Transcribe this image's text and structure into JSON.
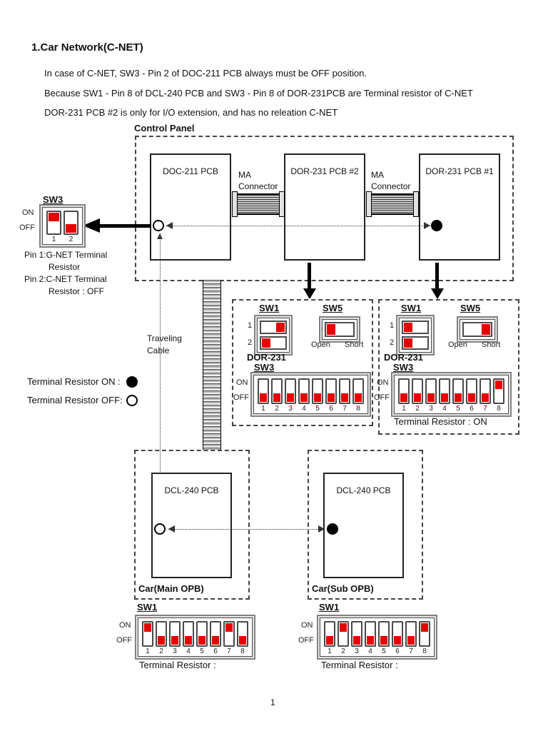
{
  "colors": {
    "switch_red": "#e60000"
  },
  "header": {
    "title": "1.Car Network(C-NET)",
    "line1": "In case of C-NET, SW3 - Pin 2 of DOC-211 PCB always must be OFF position.",
    "line2": "Because SW1 - Pin 8 of DCL-240 PCB and SW3 - Pin 8 of DOR-231PCB are Terminal resistor of C-NET",
    "line3": "DOR-231 PCB #2 is only for I/O extension, and has no releation C-NET"
  },
  "control_panel": {
    "label": "Control Panel",
    "boards": {
      "doc211": "DOC-211 PCB",
      "dor231_2": "DOR-231 PCB #2",
      "dor231_1": "DOR-231 PCB #1"
    },
    "ma_connector": {
      "line1": "MA",
      "line2": "Connector"
    }
  },
  "sw3_doc": {
    "label": "SW3",
    "on": "ON",
    "off": "OFF",
    "pins": [
      "1",
      "2"
    ],
    "states": [
      "on",
      "off"
    ],
    "note1": "Pin 1:G-NET Terminal",
    "note2": "Resistor",
    "note3": "Pin 2:C-NET Terminal",
    "note4": "Resistor : OFF"
  },
  "legend": {
    "on_label": "Terminal Resistor ON :",
    "off_label": "Terminal Resistor OFF:"
  },
  "traveling": {
    "line1": "Traveling",
    "line2": "Cable"
  },
  "dor_boxes": [
    {
      "sw1": {
        "label": "SW1",
        "rows": [
          {
            "num": "1",
            "pos": "right"
          },
          {
            "num": "2",
            "pos": "left"
          }
        ]
      },
      "sw5": {
        "label": "SW5",
        "rows": [
          {
            "pos": "left"
          }
        ],
        "open": "Open",
        "short": "Short"
      },
      "name": "DOR-231",
      "sw3": {
        "label": "SW3",
        "on": "ON",
        "off": "OFF",
        "pins": [
          "1",
          "2",
          "3",
          "4",
          "5",
          "6",
          "7",
          "8"
        ],
        "states": [
          "off",
          "off",
          "off",
          "off",
          "off",
          "off",
          "off",
          "off"
        ]
      },
      "footer": ""
    },
    {
      "sw1": {
        "label": "SW1",
        "rows": [
          {
            "num": "1",
            "pos": "left"
          },
          {
            "num": "2",
            "pos": "left"
          }
        ]
      },
      "sw5": {
        "label": "SW5",
        "rows": [
          {
            "pos": "right"
          }
        ],
        "open": "Open",
        "short": "Short"
      },
      "name": "DOR-231",
      "sw3": {
        "label": "SW3",
        "on": "ON",
        "off": "OFF",
        "pins": [
          "1",
          "2",
          "3",
          "4",
          "5",
          "6",
          "7",
          "8"
        ],
        "states": [
          "off",
          "off",
          "off",
          "off",
          "off",
          "off",
          "off",
          "on"
        ]
      },
      "footer": "Terminal Resistor : ON"
    }
  ],
  "cars": [
    {
      "box_label": "Car(Main OPB)",
      "pcb": "DCL-240 PCB",
      "sw1": {
        "label": "SW1",
        "on": "ON",
        "off": "OFF",
        "pins": [
          "1",
          "2",
          "3",
          "4",
          "5",
          "6",
          "7",
          "8"
        ],
        "states": [
          "on",
          "off",
          "off",
          "off",
          "off",
          "off",
          "on",
          "off"
        ]
      },
      "footer": "Terminal Resistor :"
    },
    {
      "box_label": "Car(Sub OPB)",
      "pcb": "DCL-240 PCB",
      "sw1": {
        "label": "SW1",
        "on": "ON",
        "off": "OFF",
        "pins": [
          "1",
          "2",
          "3",
          "4",
          "5",
          "6",
          "7",
          "8"
        ],
        "states": [
          "off",
          "on",
          "off",
          "off",
          "off",
          "off",
          "off",
          "on"
        ]
      },
      "footer": "Terminal Resistor :"
    }
  ],
  "page_number": "1"
}
